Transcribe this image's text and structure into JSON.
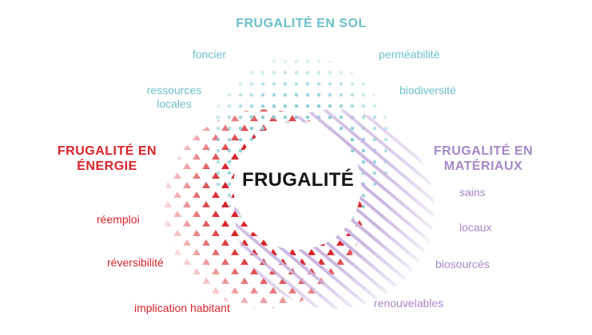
{
  "center": {
    "label": "FRUGALITÉ"
  },
  "sets": {
    "sol": {
      "title": "FRUGALITÉ EN SOL",
      "color": "#6cbfcc",
      "items": [
        "foncier",
        "perméabilité",
        "ressources locales",
        "biodiversité"
      ]
    },
    "energie": {
      "title_line1": "FRUGALITÉ EN",
      "title_line2": "ÉNERGIE",
      "color": "#d8232a",
      "items": [
        "réemploi",
        "réversibilité",
        "implication habitant"
      ]
    },
    "materiaux": {
      "title_line1": "FRUGALITÉ EN",
      "title_line2": "MATÉRIAUX",
      "color": "#a488c6",
      "items": [
        "sains",
        "locaux",
        "biosourcés",
        "renouvelables"
      ]
    }
  }
}
